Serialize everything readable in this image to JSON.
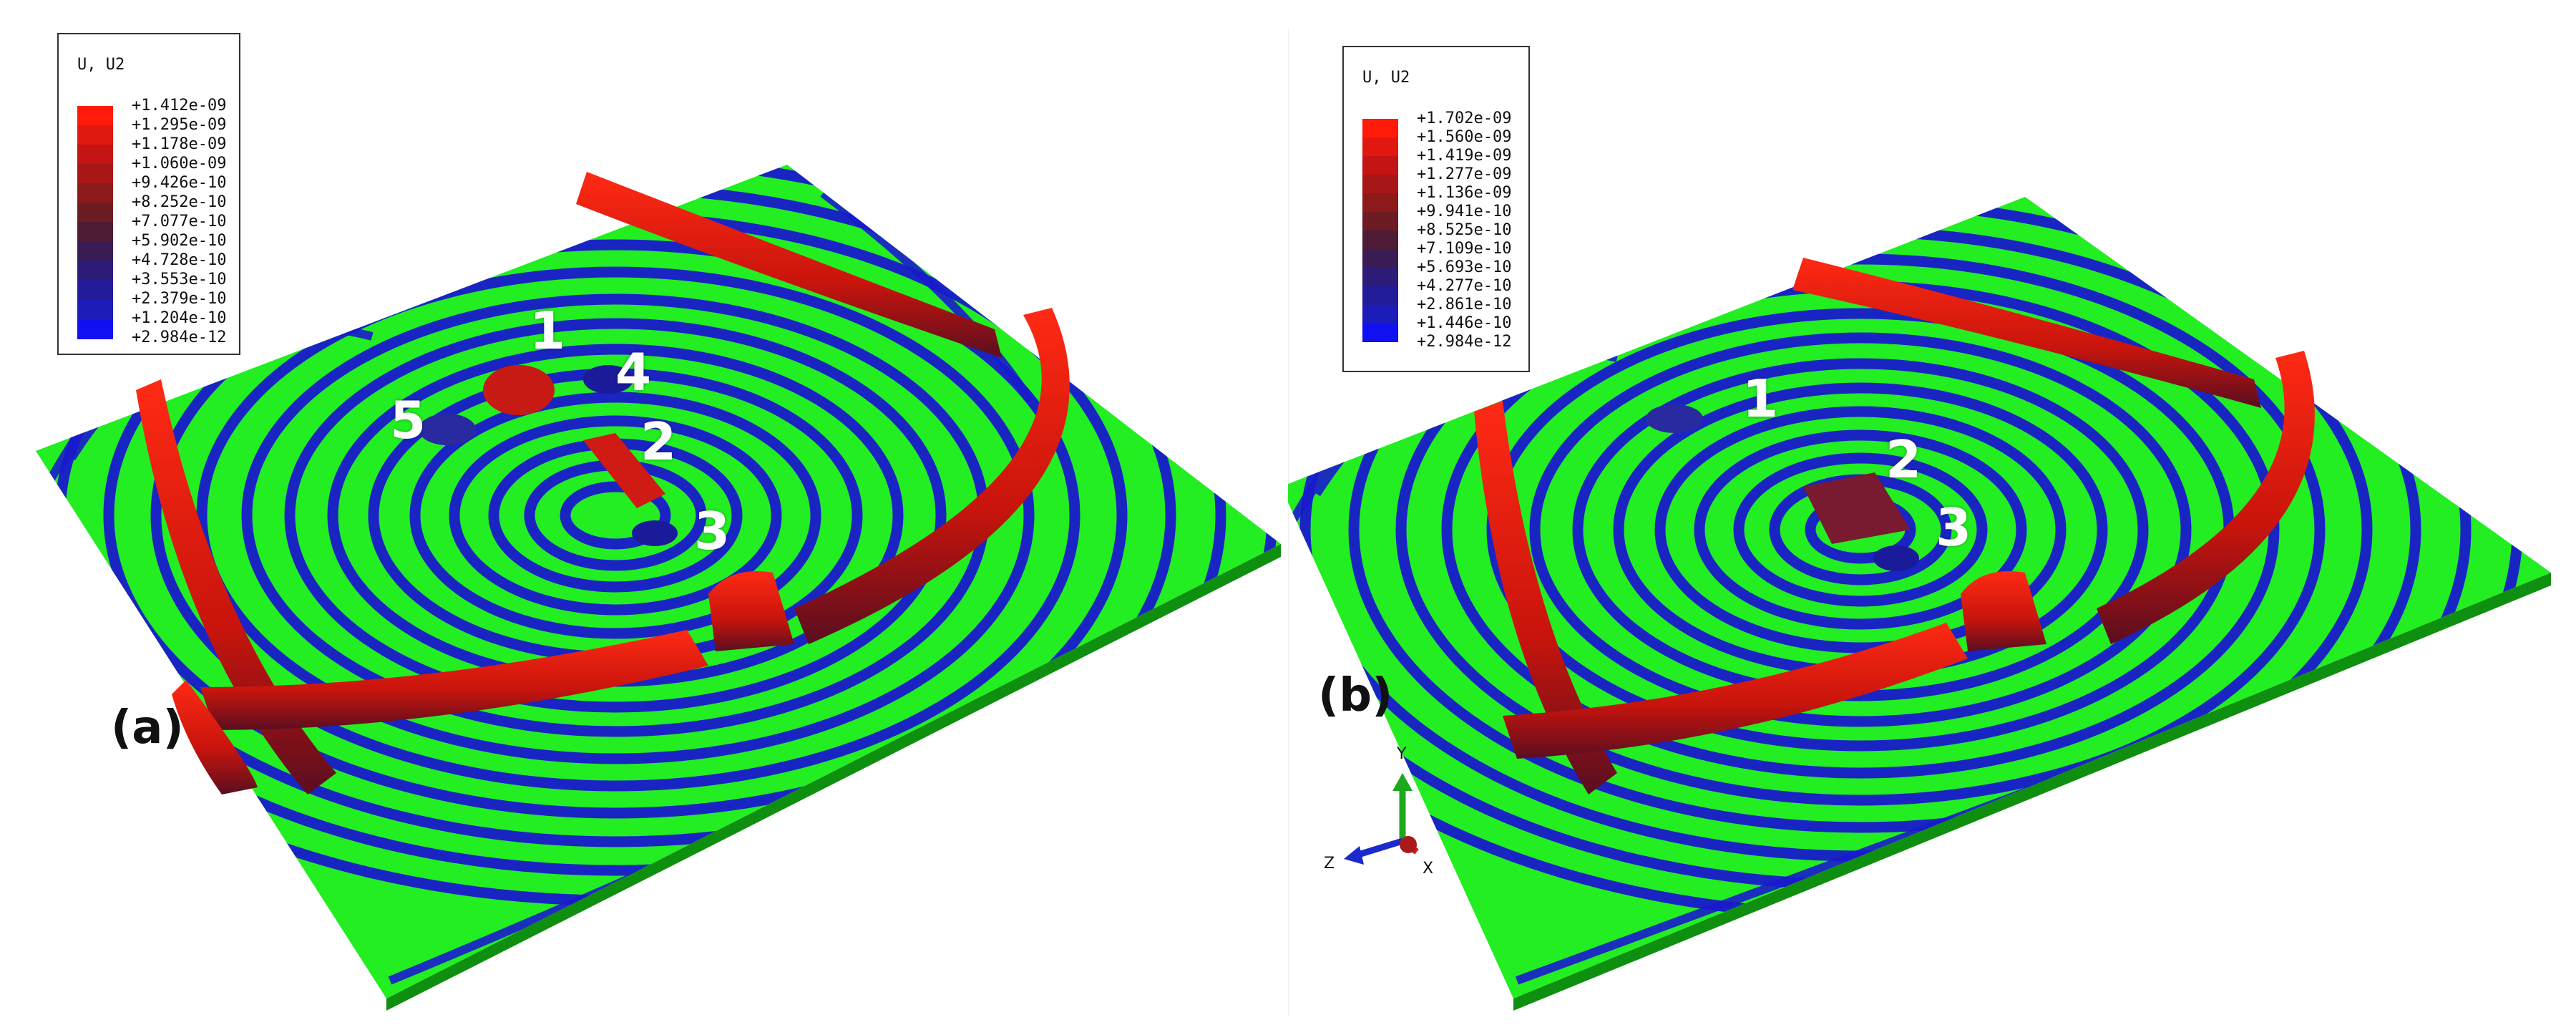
{
  "panels": [
    {
      "panel_label": "(a)",
      "legend_title": "U, U2",
      "legend_values": [
        "+1.412e-09",
        "+1.295e-09",
        "+1.178e-09",
        "+1.060e-09",
        "+9.426e-10",
        "+8.252e-10",
        "+7.077e-10",
        "+5.902e-10",
        "+4.728e-10",
        "+3.553e-10",
        "+2.379e-10",
        "+1.204e-10",
        "+2.984e-12"
      ],
      "region_labels": [
        "1",
        "4",
        "5",
        "2",
        "3"
      ]
    },
    {
      "panel_label": "(b)",
      "legend_title": "U, U2",
      "legend_values": [
        "+1.702e-09",
        "+1.560e-09",
        "+1.419e-09",
        "+1.277e-09",
        "+1.136e-09",
        "+9.941e-10",
        "+8.525e-10",
        "+7.109e-10",
        "+5.693e-10",
        "+4.277e-10",
        "+2.861e-10",
        "+1.446e-10",
        "+2.984e-12"
      ],
      "region_labels": [
        "1",
        "2",
        "3"
      ]
    }
  ],
  "triad": {
    "y_label": "Y",
    "z_label": "Z",
    "x_label": "X"
  },
  "colors": {
    "background_field": "#22ee22",
    "wave_blue": "#1a1acc",
    "wave_red": "#e8140a",
    "legend_scale": [
      "#ff1a0a",
      "#e0180f",
      "#c41414",
      "#a81717",
      "#8c1a1a",
      "#6e1c24",
      "#4e1c34",
      "#3a1c55",
      "#2c1c78",
      "#221c9a",
      "#1c1cba",
      "#1818d6",
      "#1010f0"
    ]
  }
}
